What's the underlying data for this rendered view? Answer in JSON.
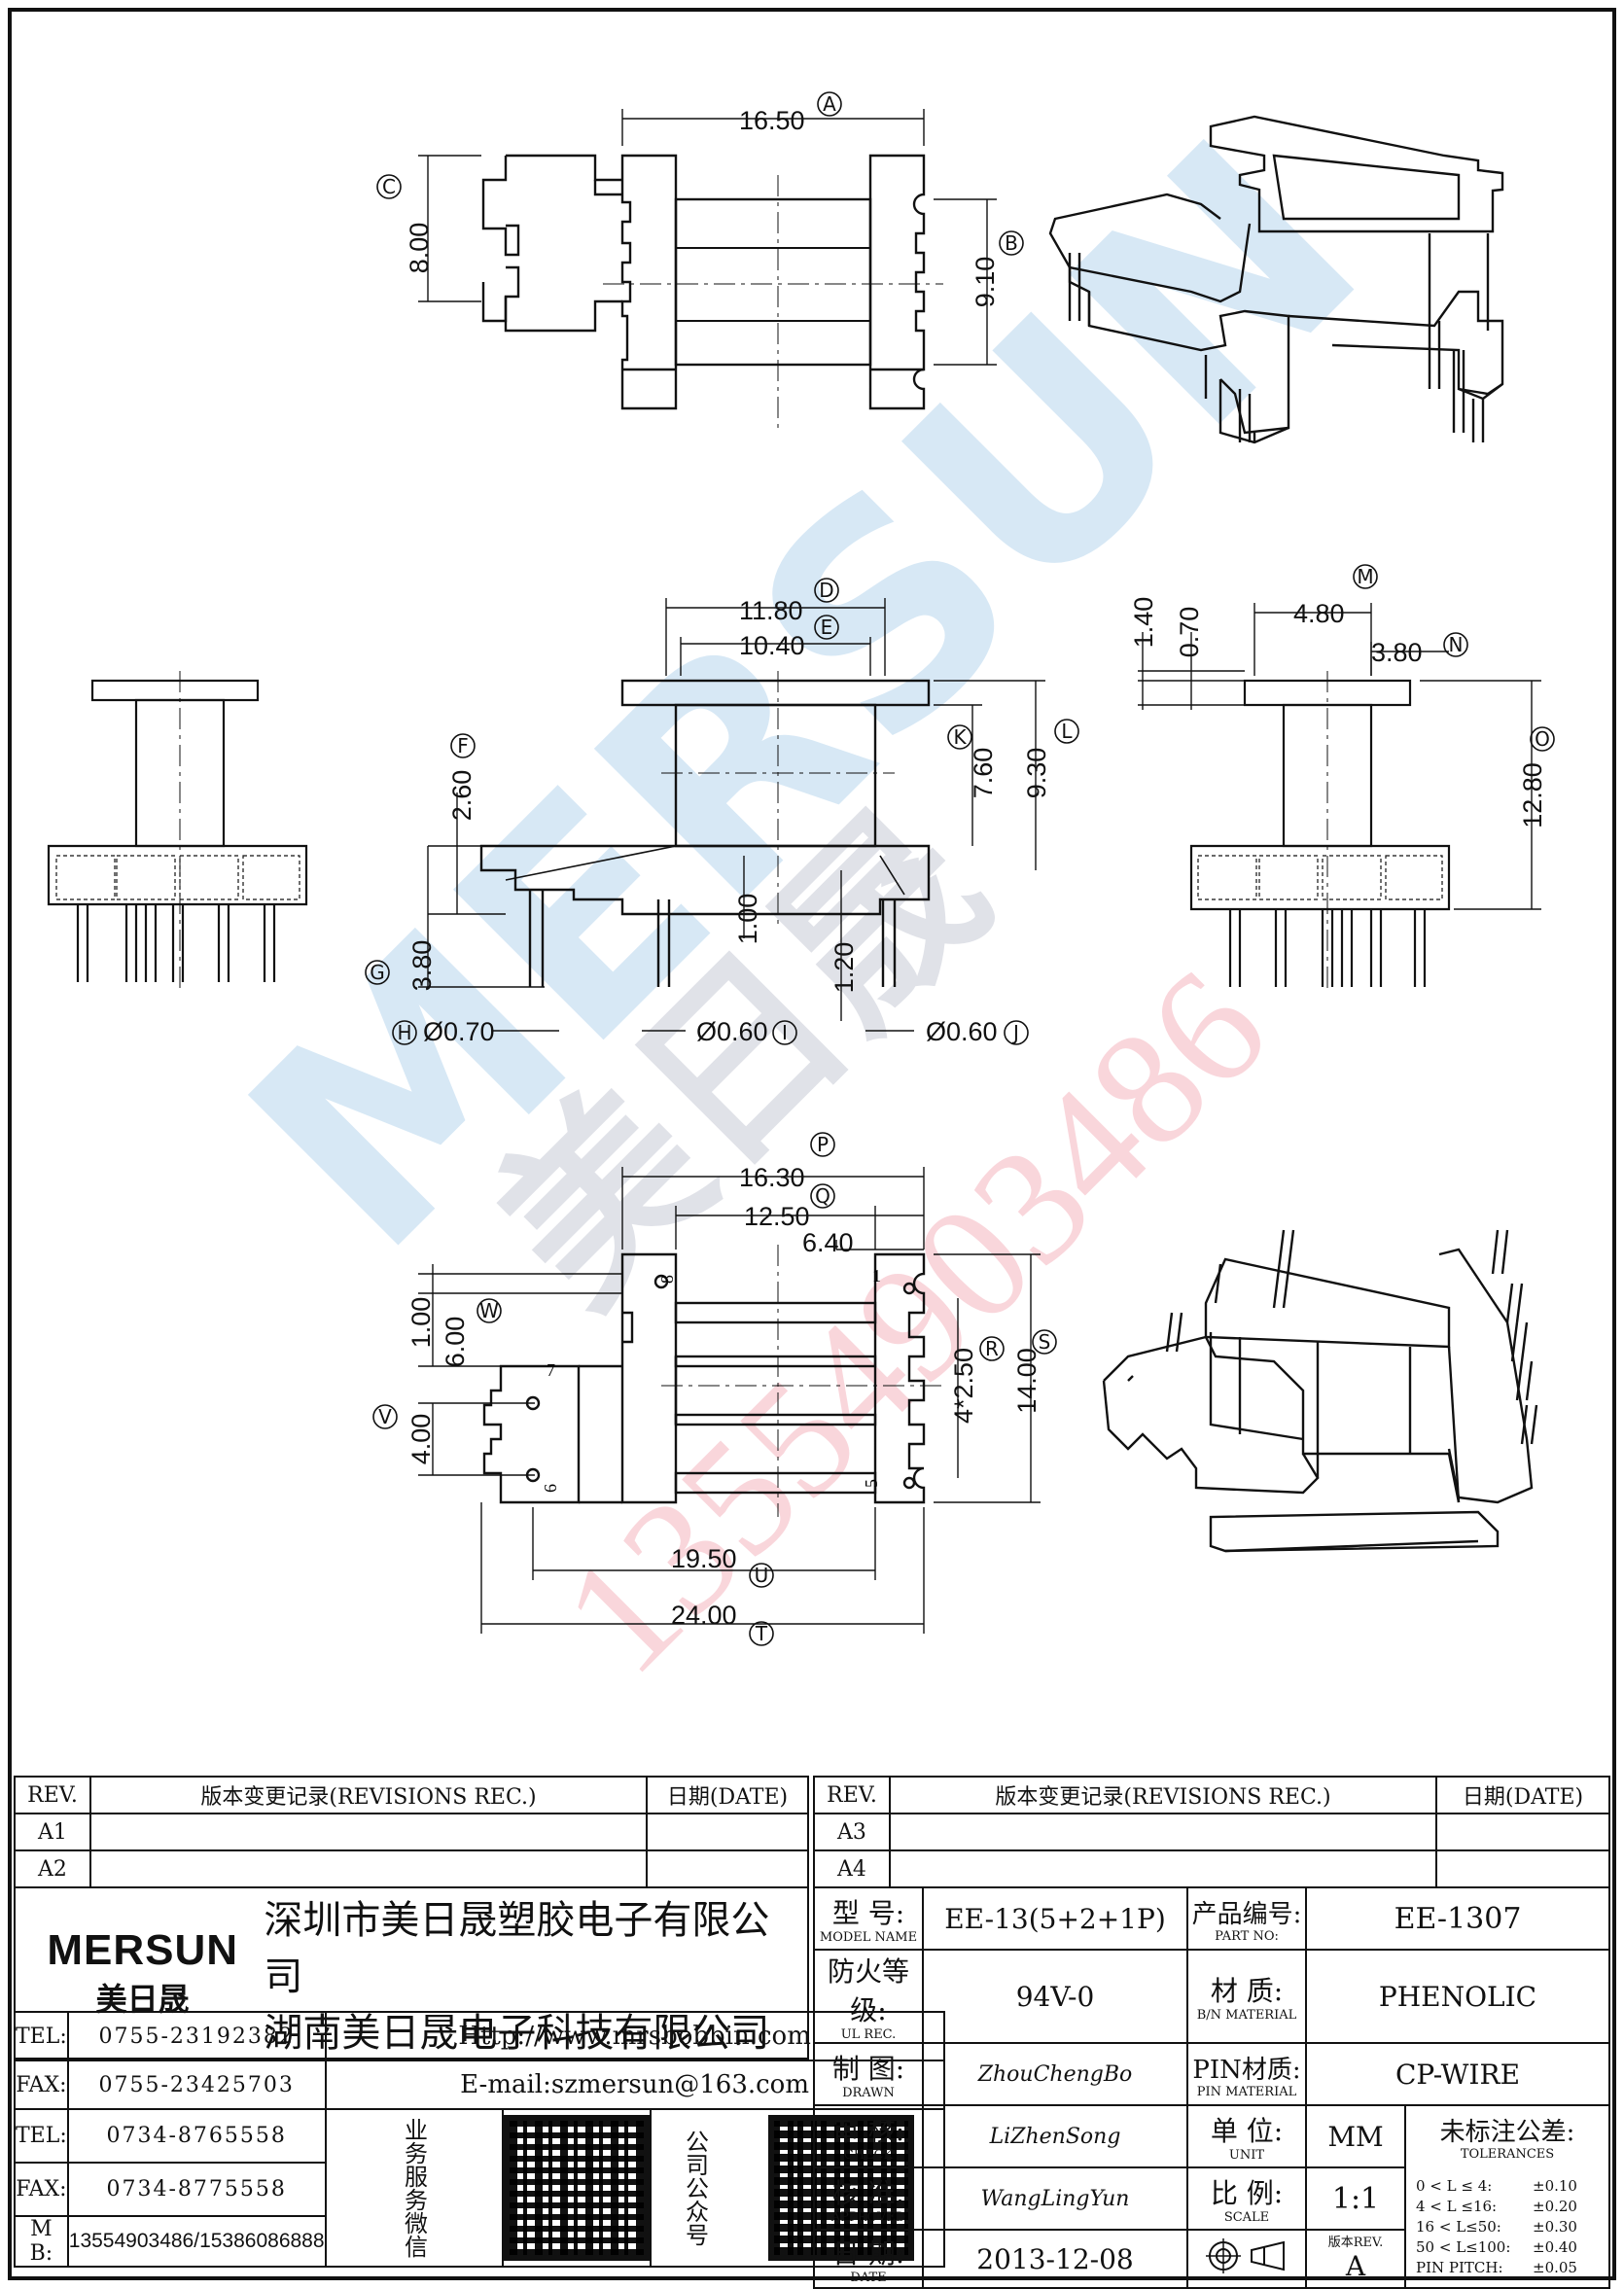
{
  "drawing": {
    "dimensions": {
      "A": "16.50",
      "B": "9.10",
      "C": "8.00",
      "D": "11.80",
      "E": "10.40",
      "F": "2.60",
      "G": "3.80",
      "H": "Ø0.70",
      "I": "Ø0.60",
      "J": "Ø0.60",
      "K": "7.60",
      "L": "9.30",
      "M": "4.80",
      "N": "3.80",
      "O": "12.80",
      "d140": "1.40",
      "d070": "0.70",
      "d100": "1.00",
      "d120": "1.20",
      "P": "16.30",
      "Q": "12.50",
      "d640": "6.40",
      "R": "4*2.50",
      "S": "14.00",
      "T": "24.00",
      "U": "19.50",
      "V": "4.00",
      "W": "1.00",
      "d600": "6.00"
    },
    "balloons": [
      "A",
      "B",
      "C",
      "D",
      "E",
      "F",
      "G",
      "H",
      "I",
      "J",
      "K",
      "L",
      "M",
      "N",
      "O",
      "P",
      "Q",
      "R",
      "S",
      "T",
      "U",
      "V",
      "W"
    ],
    "pins": [
      "1",
      "5",
      "6",
      "7",
      "8"
    ]
  },
  "watermark": {
    "brand": "MERSUN",
    "brand_cn": "美日晟",
    "phone": "13554903486"
  },
  "revisions_left": {
    "col_rev": "REV.",
    "col_rec": "版本变更记录(REVISIONS REC.)",
    "col_date": "日期(DATE)",
    "rows": [
      "A1",
      "A2"
    ]
  },
  "revisions_right": {
    "col_rev": "REV.",
    "col_rec": "版本变更记录(REVISIONS REC.)",
    "col_date": "日期(DATE)",
    "rows": [
      "A3",
      "A4"
    ]
  },
  "company": {
    "logo": "MERSUN",
    "logo_cn": "美日晟",
    "name1": "深圳市美日晟塑胶电子有限公司",
    "name2": "湖南美日晟电子科技有限公司",
    "tel1_label": "TEL:",
    "tel1": "0755-23192382",
    "fax1_label": "FAX:",
    "fax1": "0755-23425703",
    "tel2_label": "TEL:",
    "tel2": "0734-8765558",
    "fax2_label": "FAX:",
    "fax2": "0734-8775558",
    "mb_label": "M B:",
    "mb": "13554903486/15386086888",
    "web": "Http://www.mrsbobbin.com",
    "email": "E-mail:szmersun@163.com",
    "qr1_label": "业务服务微信",
    "qr2_label": "公司公众号"
  },
  "spec": {
    "model_label": "型 号:",
    "model_label_en": "MODEL NAME",
    "model": "EE-13(5+2+1P)",
    "part_label": "产品编号:",
    "part_label_en": "PART NO:",
    "part": "EE-1307",
    "ul_label": "防火等级:",
    "ul_label_en": "UL REC.",
    "ul": "94V-0",
    "mat_label": "材 质:",
    "mat_label_en": "B/N MATERIAL",
    "mat": "PHENOLIC",
    "drawn_label": "制 图:",
    "drawn_label_en": "DRAWN",
    "drawn": "ZhouChengBo",
    "pin_label": "PIN材质:",
    "pin_label_en": "PIN MATERIAL",
    "pin": "CP-WIRE",
    "check_label": "审 核:",
    "check_label_en": "CHECK",
    "check": "LiZhenSong",
    "unit_label": "单 位:",
    "unit_label_en": "UNIT",
    "unit": "MM",
    "tol_label": "未标注公差:",
    "tol_label_en": "TOLERANCES",
    "appr_label": "核 准:",
    "appr_label_en": "APPROVED",
    "appr": "WangLingYun",
    "scale_label": "比 例:",
    "scale_label_en": "SCALE",
    "scale": "1:1",
    "date_label": "日 期:",
    "date_label_en": "DATE",
    "date": "2013-12-08",
    "ver_label": "版本REV.",
    "ver": "A",
    "tolerances": [
      {
        "range": "0 < L ≤ 4:",
        "tol": "±0.10"
      },
      {
        "range": "4 < L ≤16:",
        "tol": "±0.20"
      },
      {
        "range": "16 < L≤50:",
        "tol": "±0.30"
      },
      {
        "range": "50 < L≤100:",
        "tol": "±0.40"
      },
      {
        "range": "PIN PITCH:",
        "tol": "±0.05"
      }
    ]
  }
}
